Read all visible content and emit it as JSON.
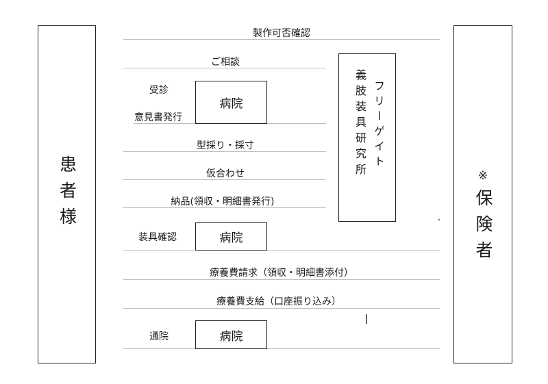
{
  "patient": {
    "label": "患者様"
  },
  "insurer": {
    "mark": "※",
    "label": "保険者"
  },
  "maker": {
    "line1": "フリーゲイト",
    "line2": "義肢装具研究所"
  },
  "flow": {
    "production_check": "製作可否確認",
    "consultation": "ご相談",
    "visit": "受診",
    "opinion": "意見書発行",
    "hospital1": "病院",
    "molding": "型採り・採寸",
    "fitting": "仮合わせ",
    "delivery": "納品(領収・明細書発行)",
    "device_check": "装具確認",
    "hospital2": "病院",
    "claim": "療養費請求（領収・明細書添付）",
    "payment": "療養費支給（口座振り込み）",
    "outpatient": "通院",
    "hospital3": "病院"
  }
}
